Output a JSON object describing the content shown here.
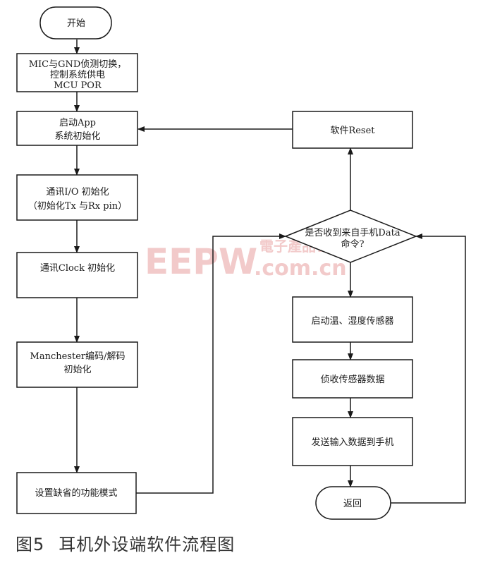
{
  "nodes": {
    "start": "开始",
    "mic_switch": [
      "MIC与GND侦测切换，",
      "控制系统供电",
      "MCU POR"
    ],
    "start_app": [
      "启动App",
      "系统初始化"
    ],
    "io_init": [
      "通讯I/O 初始化",
      "（初始化Tx 与Rx pin）"
    ],
    "clock_init": "通讯Clock 初始化",
    "manchester": [
      "Manchester编码/解码",
      "初始化"
    ],
    "default_mode": "设置缺省的功能模式",
    "soft_reset": "软件Reset",
    "decision": [
      "是否收到来自手机Data",
      "命令?"
    ],
    "start_sensor": "启动温、湿度传感器",
    "read_sensor": "侦收传感器数据",
    "send_data": "发送输入数据到手机",
    "return": "返回"
  },
  "watermark": {
    "brand": "EEPW",
    "domain": ".com.cn",
    "cn": "電子產品世界",
    "color": "#e8a0a0"
  },
  "caption": {
    "figure": "图5",
    "title": "耳机外设端软件流程图"
  }
}
